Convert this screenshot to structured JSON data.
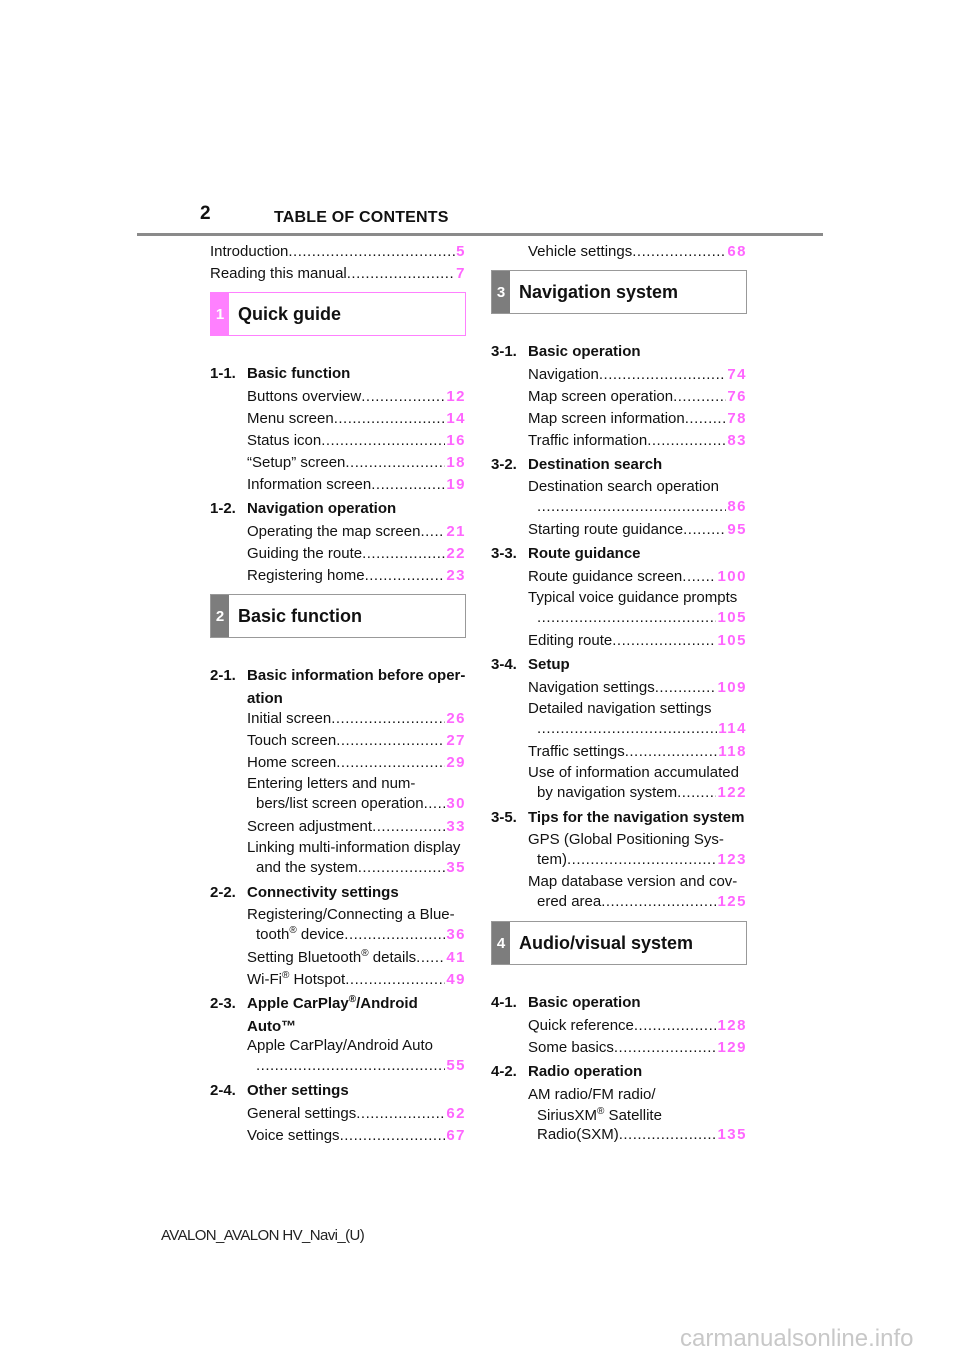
{
  "header": {
    "page_number": "2",
    "title": "TABLE OF CONTENTS"
  },
  "colors": {
    "accent": "#ff66ff",
    "box_active": "#ff80ff",
    "box_tab": "#7d7d7d"
  },
  "left": [
    {
      "t": "e0",
      "text": "Introduction",
      "page": "5"
    },
    {
      "t": "e0",
      "text": "Reading this manual",
      "page": "7"
    },
    {
      "t": "box",
      "num": "1",
      "title": "Quick guide",
      "active": true
    },
    {
      "t": "sec",
      "num": "1-1.",
      "title": "Basic function"
    },
    {
      "t": "e",
      "text": "Buttons overview",
      "page": "12"
    },
    {
      "t": "e",
      "text": "Menu screen ",
      "page": "14"
    },
    {
      "t": "e",
      "text": "Status icon ",
      "page": "16"
    },
    {
      "t": "e",
      "text": "“Setup” screen ",
      "page": "18"
    },
    {
      "t": "e",
      "text": "Information screen ",
      "page": "19"
    },
    {
      "t": "sec",
      "num": "1-2.",
      "title": "Navigation operation"
    },
    {
      "t": "e",
      "text": "Operating the map screen",
      "page": "21"
    },
    {
      "t": "e",
      "text": "Guiding the route ",
      "page": "22"
    },
    {
      "t": "e",
      "text": "Registering home",
      "page": "23"
    },
    {
      "t": "box",
      "num": "2",
      "title": "Basic function"
    },
    {
      "t": "sec2",
      "num": "2-1.",
      "title": "Basic information before oper-",
      "title2": "ation"
    },
    {
      "t": "e",
      "text": "Initial screen",
      "page": "26"
    },
    {
      "t": "e",
      "text": "Touch screen",
      "page": "27"
    },
    {
      "t": "e",
      "text": "Home screen",
      "page": "29"
    },
    {
      "t": "e2",
      "text": "Entering letters and num-",
      "text2": "bers/list screen operation",
      "page": "30"
    },
    {
      "t": "e",
      "text": "Screen adjustment ",
      "page": "33"
    },
    {
      "t": "e2",
      "text": "Linking multi-information display",
      "text2": "and the system",
      "page": "35"
    },
    {
      "t": "sec",
      "num": "2-2.",
      "title": "Connectivity settings"
    },
    {
      "t": "e2w",
      "text": "Registering/Connecting a Blue-",
      "text2": "tooth® device ",
      "page": "36"
    },
    {
      "t": "e",
      "text": "Setting Bluetooth® details ",
      "page": "41"
    },
    {
      "t": "e",
      "text": "Wi-Fi® Hotspot ",
      "page": "49"
    },
    {
      "t": "sec2",
      "num": "2-3.",
      "title": "Apple CarPlay®/Android",
      "title2": "Auto™"
    },
    {
      "t": "e2",
      "text": "Apple CarPlay/Android Auto",
      "text2": "",
      "page": "55"
    },
    {
      "t": "sec",
      "num": "2-4.",
      "title": "Other settings"
    },
    {
      "t": "e",
      "text": "General settings",
      "page": "62"
    },
    {
      "t": "e",
      "text": "Voice settings",
      "page": "67"
    }
  ],
  "right": [
    {
      "t": "e",
      "text": "Vehicle settings ",
      "page": "68"
    },
    {
      "t": "box",
      "num": "3",
      "title": "Navigation system"
    },
    {
      "t": "sec",
      "num": "3-1.",
      "title": "Basic operation"
    },
    {
      "t": "e",
      "text": "Navigation ",
      "page": "74"
    },
    {
      "t": "e",
      "text": "Map screen operation ",
      "page": "76"
    },
    {
      "t": "e",
      "text": "Map screen information ",
      "page": "78"
    },
    {
      "t": "e",
      "text": "Traffic information ",
      "page": "83"
    },
    {
      "t": "sec",
      "num": "3-2.",
      "title": "Destination search"
    },
    {
      "t": "e2",
      "text": "Destination search operation",
      "text2": "",
      "page": "86"
    },
    {
      "t": "e",
      "text": "Starting route guidance",
      "page": "95"
    },
    {
      "t": "sec",
      "num": "3-3.",
      "title": "Route guidance"
    },
    {
      "t": "e",
      "text": "Route guidance screen ",
      "page": "100"
    },
    {
      "t": "e2",
      "text": "Typical voice guidance prompts",
      "text2": "",
      "page": "105"
    },
    {
      "t": "e",
      "text": "Editing route",
      "page": "105"
    },
    {
      "t": "sec",
      "num": "3-4.",
      "title": "Setup"
    },
    {
      "t": "e",
      "text": "Navigation settings",
      "page": "109"
    },
    {
      "t": "e2",
      "text": "Detailed navigation settings",
      "text2": "",
      "page": "114"
    },
    {
      "t": "e",
      "text": "Traffic settings",
      "page": "118"
    },
    {
      "t": "e2",
      "text": "Use of information accumulated",
      "text2": "by navigation system ",
      "page": "122"
    },
    {
      "t": "sec",
      "num": "3-5.",
      "title": "Tips for the navigation system"
    },
    {
      "t": "e2",
      "text": "GPS (Global Positioning Sys-",
      "text2": "tem)",
      "page": "123"
    },
    {
      "t": "e2",
      "text": "Map database version and cov-",
      "text2": "ered area ",
      "page": "125"
    },
    {
      "t": "box",
      "num": "4",
      "title": "Audio/visual system"
    },
    {
      "t": "sec",
      "num": "4-1.",
      "title": "Basic operation"
    },
    {
      "t": "e",
      "text": "Quick reference",
      "page": "128"
    },
    {
      "t": "e",
      "text": "Some basics ",
      "page": "129"
    },
    {
      "t": "sec",
      "num": "4-2.",
      "title": "Radio operation"
    },
    {
      "t": "e3",
      "text": "AM radio/FM radio/",
      "text2": "SiriusXM® Satellite",
      "text3": "Radio(SXM) ",
      "page": "135"
    }
  ],
  "footer": "AVALON_AVALON HV_Navi_(U)",
  "watermark": "carmanualsonline.info"
}
